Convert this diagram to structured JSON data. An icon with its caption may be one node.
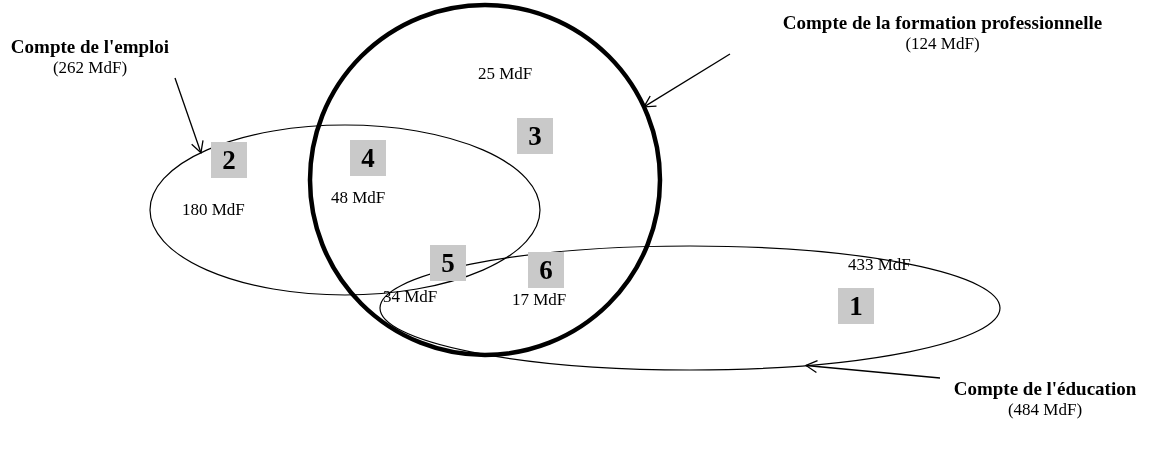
{
  "diagram": {
    "nodes": [
      {
        "text": [
          "Compte de l'emploi",
          "(262 MdF)"
        ]
      },
      {
        "text": [
          "Compte de la formation professionnelle",
          "(124 MdF)"
        ]
      },
      {
        "text": [
          "Compte de l'éducation",
          "(484 MdF)"
        ]
      },
      {
        "text": [],
        "shape": "ellipse"
      },
      {
        "text": [],
        "shape": "circle"
      },
      {
        "text": [],
        "shape": "ellipse"
      },
      {
        "text": [
          "3"
        ],
        "in": 4
      },
      {
        "text": [
          "2"
        ],
        "in": 3
      },
      {
        "text": [
          "4"
        ]
      },
      {
        "text": [
          "5"
        ]
      },
      {
        "text": [
          "6"
        ]
      },
      {
        "text": [
          "1"
        ],
        "in": 5
      }
    ],
    "edges": [
      {
        "from": 0,
        "to": 3,
        "arrow": "to"
      },
      {
        "from": 1,
        "to": 4,
        "arrow": "to"
      },
      {
        "from": 2,
        "to": 5,
        "arrow": "to"
      }
    ],
    "labels": [
      "25 MdF",
      "180 MdF",
      "48 MdF",
      "433 MdF",
      "34 MdF",
      "17 MdF"
    ]
  }
}
